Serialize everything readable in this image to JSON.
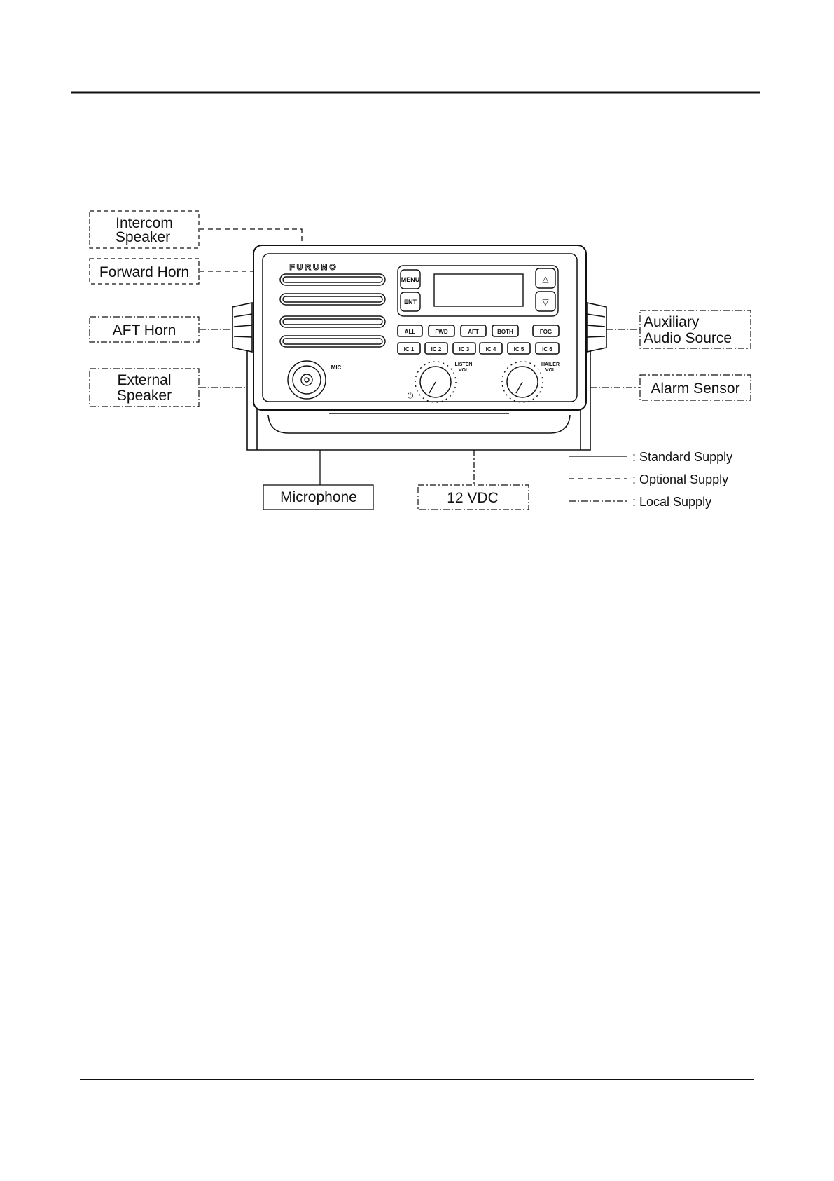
{
  "labels": {
    "intercom_line1": "Intercom",
    "intercom_line2": "Speaker",
    "forward_horn": "Forward Horn",
    "aft_horn": "AFT Horn",
    "external_line1": "External",
    "external_line2": "Speaker",
    "auxiliary_line1": "Auxiliary",
    "auxiliary_line2": "Audio Source",
    "alarm_sensor": "Alarm Sensor",
    "microphone": "Microphone",
    "power_12vdc": "12 VDC"
  },
  "legend": {
    "standard": ": Standard Supply",
    "optional": ": Optional Supply",
    "local": ": Local Supply"
  },
  "device": {
    "brand": "FURUNO",
    "mic_label": "MIC",
    "menu_key": "MENU",
    "ent_key": "ENT",
    "up_key": "△",
    "down_key": "▽",
    "row1_keys": [
      "ALL",
      "FWD",
      "AFT",
      "BOTH",
      "FOG"
    ],
    "row2_keys": [
      "IC 1",
      "IC 2",
      "IC 3",
      "IC 4",
      "IC 5",
      "IC 6"
    ],
    "knob_left_line1": "LISTEN",
    "knob_left_line2": "VOL",
    "knob_right_line1": "HAILER",
    "knob_right_line2": "VOL",
    "power_symbol": "⏻"
  }
}
